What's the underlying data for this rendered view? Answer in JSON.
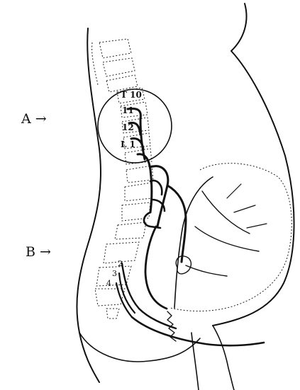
{
  "labels": {
    "marker_a": "A →",
    "marker_b": "B →",
    "vertebrae": [
      "T 10",
      "11",
      "12",
      "L 1"
    ],
    "sacral_nerves": [
      "2",
      "3",
      "4"
    ]
  }
}
